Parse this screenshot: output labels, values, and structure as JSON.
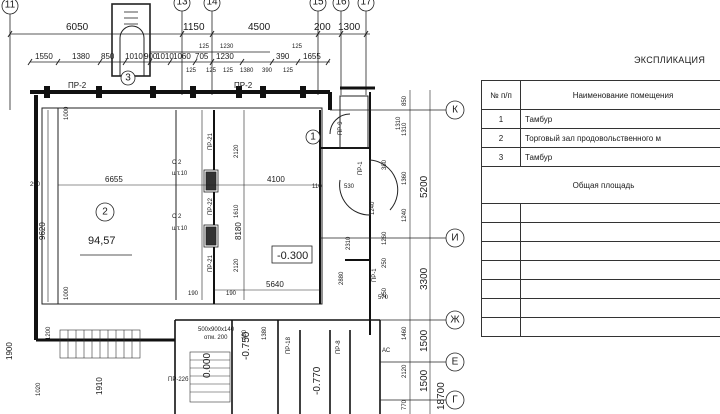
{
  "axes_top": [
    "11",
    "13",
    "14",
    "15",
    "16",
    "17"
  ],
  "axes_right": [
    "К",
    "И",
    "Ж",
    "Е",
    "Г"
  ],
  "top_dims_row1": [
    "6050",
    "1150",
    "4500",
    "200",
    "1300"
  ],
  "top_dims_row2": [
    "1550",
    "1380",
    "850",
    "1010",
    "900",
    "1010",
    "1060",
    "705",
    "1230",
    "390",
    "1655"
  ],
  "top_small": [
    "125",
    "1230",
    "125",
    "125",
    "125",
    "125",
    "1380",
    "390",
    "125"
  ],
  "room_label_2": "2",
  "room_area_2": "94,57",
  "room_label_1": "1",
  "room_label_3": "3",
  "level_main": "-0.300",
  "level_lower_1": "-0.750",
  "level_lower_2": "-0.770",
  "level_lower_3": "0.000",
  "lintels": [
    "ПР-2",
    "ПР-2",
    "ПР-21",
    "ПР-22",
    "ПР-21",
    "ПР-9",
    "ПР-1",
    "ПР-1",
    "ПР-18",
    "ПР-8",
    "ПР-22б",
    "С 2",
    "С 2",
    "шт.10",
    "шт.10",
    "АС"
  ],
  "inner_dims": [
    "6655",
    "4100",
    "9620",
    "8180",
    "5640",
    "2120",
    "1610",
    "2120",
    "290",
    "190",
    "190",
    "110",
    "530",
    "1310",
    "1240",
    "1260",
    "380",
    "2880",
    "570",
    "250",
    "250",
    "1900",
    "1910",
    "1000",
    "1200",
    "1000",
    "1020",
    "500x900x140",
    "отм. 200",
    "460",
    "1380",
    "2310"
  ],
  "right_dims": [
    "850",
    "1310",
    "1360",
    "1240",
    "5200",
    "3300",
    "1500",
    "1500",
    "18700",
    "1460",
    "2120",
    "770"
  ],
  "explication": {
    "title": "ЭКСПЛИКАЦИЯ",
    "head_num": "№ п/п",
    "head_name": "Наименование помещения",
    "rows": [
      {
        "num": "1",
        "name": "Тамбур"
      },
      {
        "num": "2",
        "name": "Торговый  зал продовольственного м"
      },
      {
        "num": "3",
        "name": "Тамбур"
      }
    ],
    "total_label": "Общая площадь"
  }
}
